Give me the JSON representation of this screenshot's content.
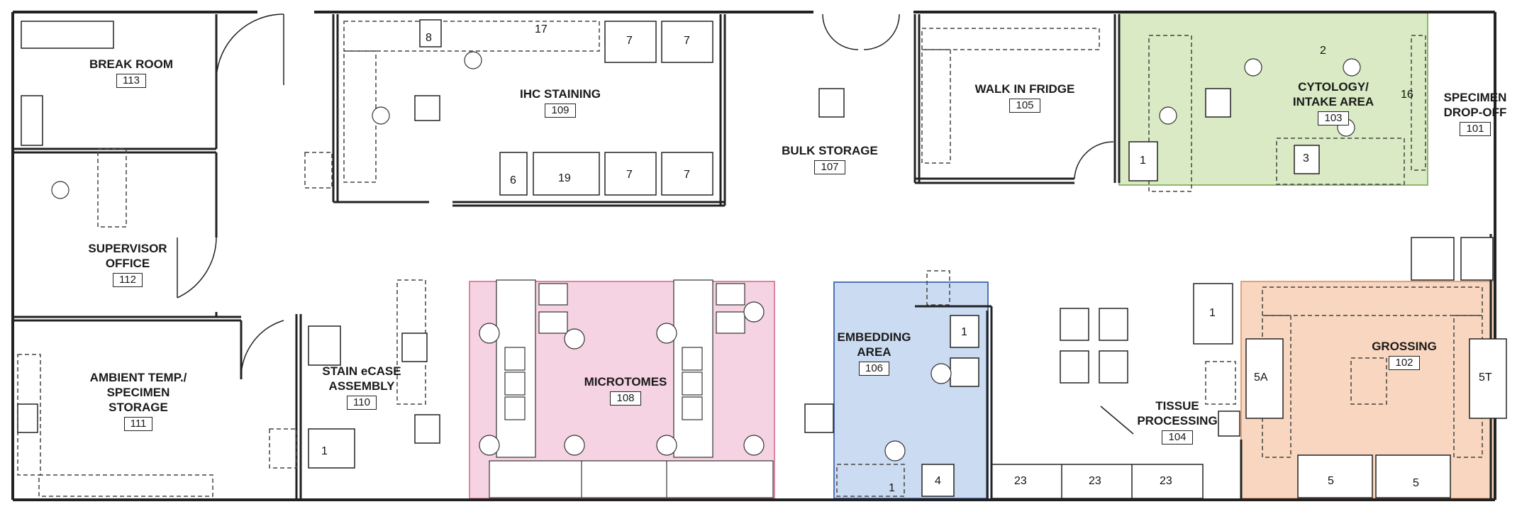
{
  "rooms": [
    {
      "id": "break",
      "name": [
        "BREAK ROOM"
      ],
      "number": "113"
    },
    {
      "id": "supervisor",
      "name": [
        "SUPERVISOR",
        "OFFICE"
      ],
      "number": "112"
    },
    {
      "id": "ambient",
      "name": [
        "AMBIENT TEMP./",
        "SPECIMEN",
        "STORAGE"
      ],
      "number": "111"
    },
    {
      "id": "ihc",
      "name": [
        "IHC STAINING"
      ],
      "number": "109"
    },
    {
      "id": "bulk",
      "name": [
        "BULK STORAGE"
      ],
      "number": "107"
    },
    {
      "id": "fridge",
      "name": [
        "WALK IN FRIDGE"
      ],
      "number": "105"
    },
    {
      "id": "cytology",
      "name": [
        "CYTOLOGY/",
        "INTAKE AREA"
      ],
      "number": "103"
    },
    {
      "id": "dropoff",
      "name": [
        "SPECIMEN",
        "DROP-OFF"
      ],
      "number": "101"
    },
    {
      "id": "stain",
      "name": [
        "STAIN eCASE",
        "ASSEMBLY"
      ],
      "number": "110"
    },
    {
      "id": "microtomes",
      "name": [
        "MICROTOMES"
      ],
      "number": "108"
    },
    {
      "id": "embedding",
      "name": [
        "EMBEDDING",
        "AREA"
      ],
      "number": "106"
    },
    {
      "id": "tissue",
      "name": [
        "TISSUE",
        "PROCESSING"
      ],
      "number": "104"
    },
    {
      "id": "grossing",
      "name": [
        "GROSSING"
      ],
      "number": "102"
    }
  ],
  "equipment": {
    "ihc_8": "8",
    "ihc_17": "17",
    "ihc_7a": "7",
    "ihc_7b": "7",
    "ihc_7c": "7",
    "ihc_7d": "7",
    "ihc_6": "6",
    "ihc_19": "19",
    "cyto_2": "2",
    "cyto_3": "3",
    "cyto_1": "1",
    "cyto_16": "16",
    "stain_1": "1",
    "embed_1": "1",
    "embed_4": "4",
    "embed_1b": "1",
    "tissue_23a": "23",
    "tissue_23b": "23",
    "tissue_23c": "23",
    "tissue_1": "1",
    "gross_5a": "5A",
    "gross_5t": "5T",
    "gross_5a2": "5",
    "gross_5b2": "5"
  },
  "zone_colors": {
    "microtomes": "#f6d3e2",
    "microtomes_border": "#d9869f",
    "embedding": "#cbdcf2",
    "embedding_border": "#4e72b8",
    "cytology": "#d9eac4",
    "cytology_border": "#8fb86a",
    "grossing": "#f8d6bf",
    "grossing_border": "#e5a077",
    "wall": "#222222"
  }
}
